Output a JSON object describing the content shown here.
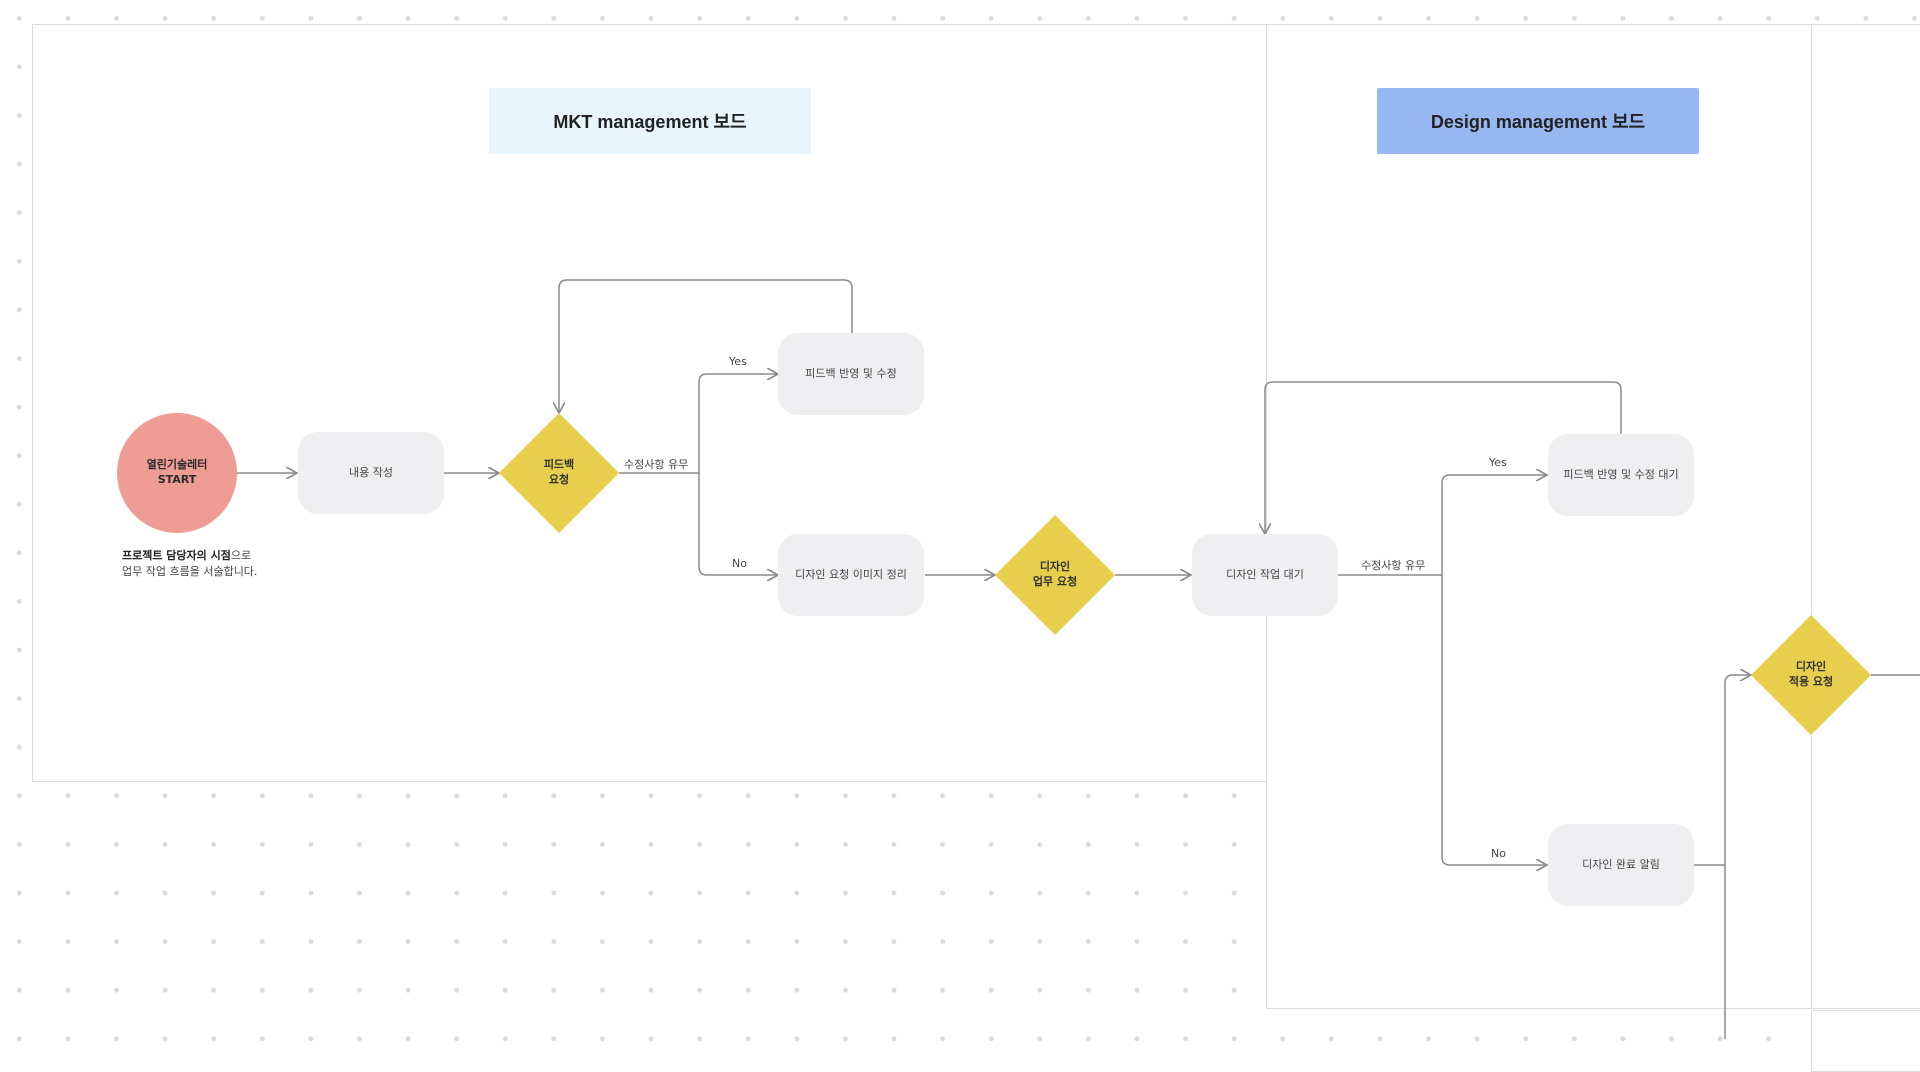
{
  "boards": {
    "mkt_title": "MKT management 보드",
    "design_title": "Design management 보드"
  },
  "nodes": {
    "start": "열린기술레터\nSTART",
    "write_content": "내용 작성",
    "feedback_request": "피드백\n요청",
    "feedback_apply_edit": "피드백 반영 및 수정",
    "design_request_images": "디자인 요청 이미지 정리",
    "design_task_request": "디자인\n업무 요청",
    "design_wait": "디자인 작업 대기",
    "feedback_apply_edit_wait": "피드백 반영 및 수정 대기",
    "design_done_notice": "디자인 완료 알림",
    "design_apply_request": "디자인\n적용 요청"
  },
  "start_note": {
    "bold": "프로젝트 담당자의 시점",
    "line1_rest": "으로",
    "line2": "업무 작업 흐름을 서술합니다."
  },
  "edge_labels": {
    "mkt_decision": "수정사항 유무",
    "mkt_yes": "Yes",
    "mkt_no": "No",
    "design_decision": "수정사항 유무",
    "design_yes": "Yes",
    "design_no": "No"
  },
  "colors": {
    "start": "#ef9c94",
    "decision": "#e8ce4d",
    "process": "#efeff1",
    "mkt_title_bg": "#e8f5fd",
    "design_title_bg": "#96b7ef",
    "connector": "#8a8a8e"
  }
}
